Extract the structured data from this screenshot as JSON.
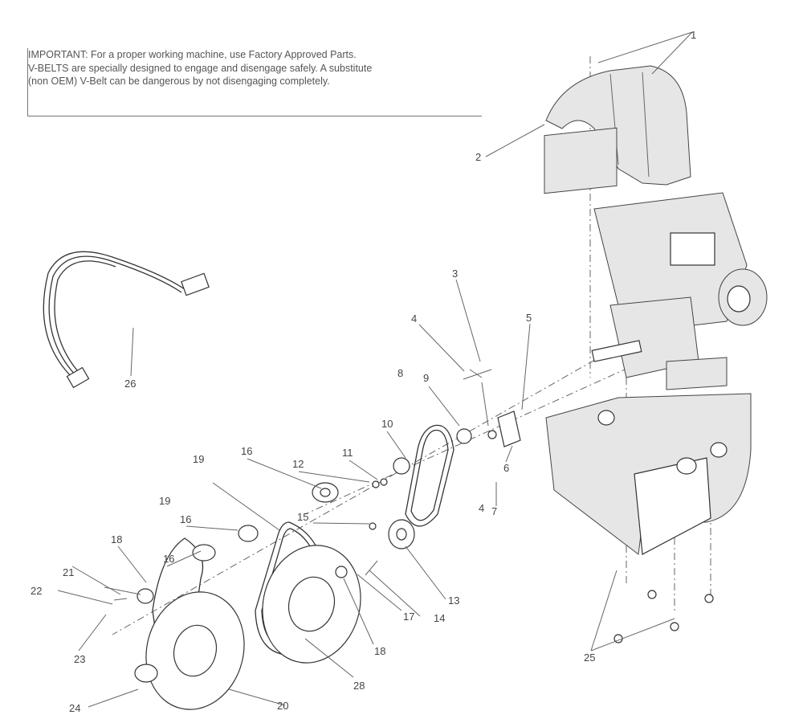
{
  "notice": {
    "important_label": "IMPORTANT",
    "line1_rest": ": For a proper working machine, use Factory Approved Parts.",
    "line2": "V-BELTS are specially designed to engage and disengage safely. A substitute",
    "line3": "(non OEM) V-Belt can be dangerous by not disengaging completely."
  },
  "callouts": {
    "c1": "1",
    "c2": "2",
    "c3": "3",
    "c4a": "4",
    "c4b": "4",
    "c5": "5",
    "c6": "6",
    "c7": "7",
    "c8": "8",
    "c9": "9",
    "c10": "10",
    "c11": "11",
    "c12": "12",
    "c13": "13",
    "c14": "14",
    "c15": "15",
    "c16a": "16",
    "c16b": "16",
    "c16c": "16",
    "c17": "17",
    "c18a": "18",
    "c18b": "18",
    "c19a": "19",
    "c19b": "19",
    "c20": "20",
    "c21": "21",
    "c22": "22",
    "c23": "23",
    "c24": "24",
    "c25": "25",
    "c26": "26",
    "c28": "28"
  }
}
